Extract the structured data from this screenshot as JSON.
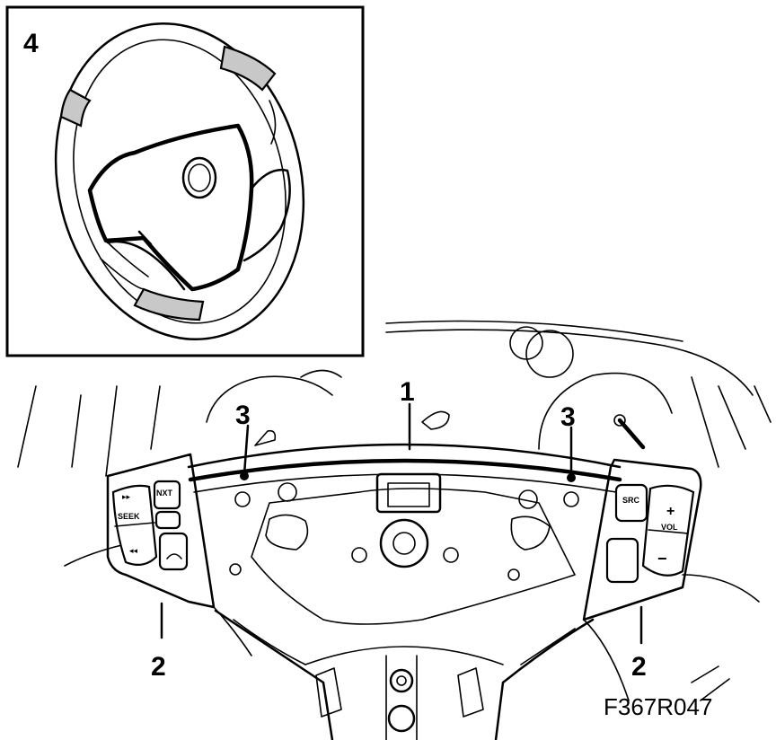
{
  "figure_code": "F367R047",
  "callouts": {
    "c1": "1",
    "c2_left": "2",
    "c2_right": "2",
    "c3_left": "3",
    "c3_right": "3",
    "c4": "4"
  },
  "left_control_panel": {
    "buttons": [
      "▸▸",
      "NXT",
      "SEEK",
      "◂◂"
    ]
  },
  "right_control_panel": {
    "buttons": [
      "SRC",
      "+",
      "VOL",
      "−"
    ]
  }
}
